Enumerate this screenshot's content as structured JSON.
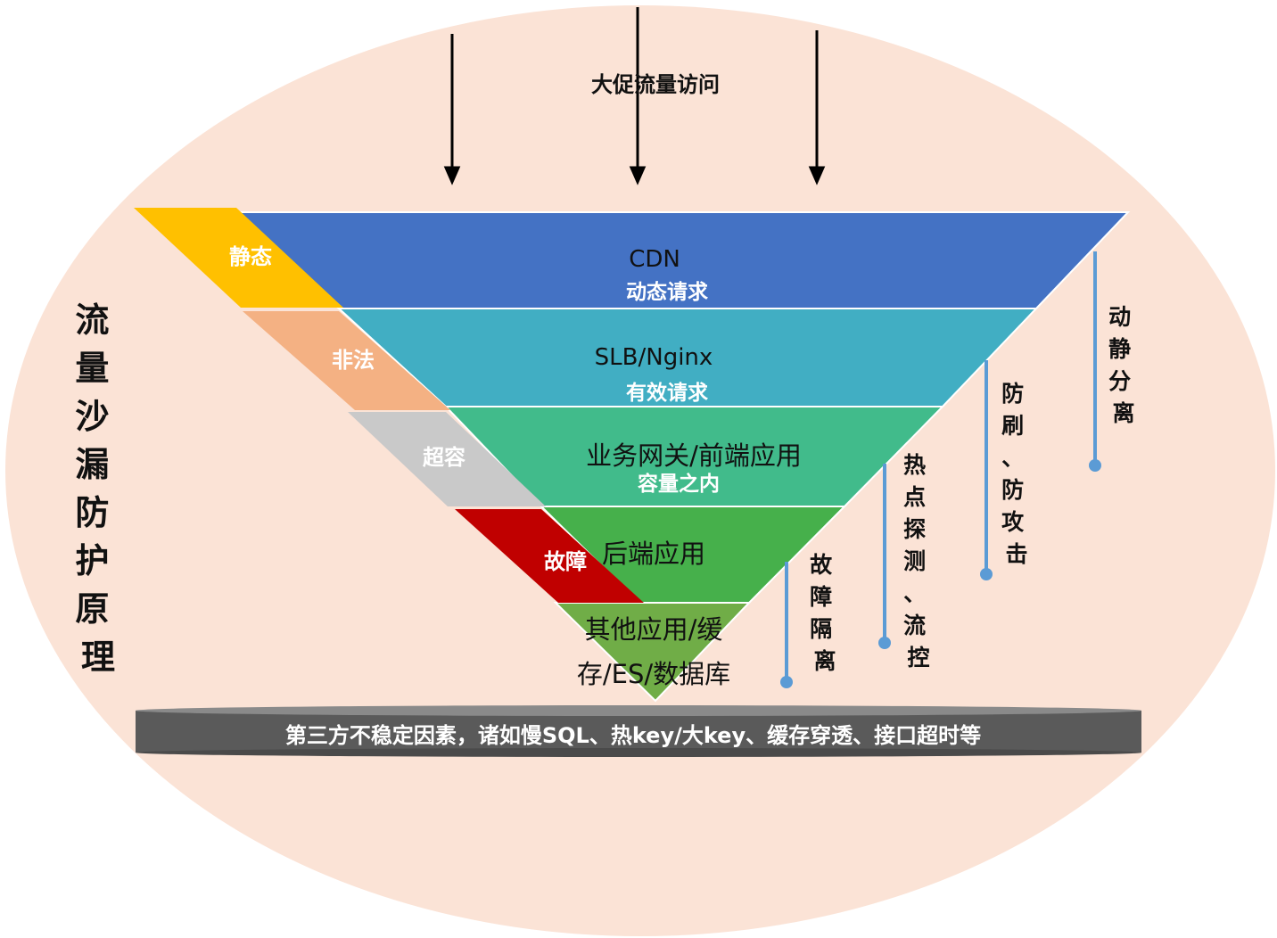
{
  "title_vertical": [
    "流",
    "量",
    "沙",
    "漏",
    "防",
    "护",
    "原",
    "理"
  ],
  "top_label": "大促流量访问",
  "layers": [
    {
      "name": "CDN",
      "sub": "动态请求",
      "color": "#4472C4"
    },
    {
      "name": "SLB/Nginx",
      "sub": "有效请求",
      "color": "#41AEC3"
    },
    {
      "name": "业务网关/前端应用",
      "sub": "容量之内",
      "color": "#41BB8B"
    },
    {
      "name": "后端应用",
      "sub": "",
      "color": "#46B04B"
    },
    {
      "name_line1": "其他应用/缓",
      "name_line2": "存/ES/数据库",
      "color": "#70AD47"
    }
  ],
  "filters": [
    {
      "label": "静态",
      "color": "#FFC000"
    },
    {
      "label": "非法",
      "color": "#F4B183"
    },
    {
      "label": "超容",
      "color": "#C9C9C9"
    },
    {
      "label": "故障",
      "color": "#C00000"
    }
  ],
  "side_labels": [
    {
      "chars": [
        "动",
        "静",
        "分",
        "离"
      ]
    },
    {
      "chars": [
        "防",
        "刷",
        "、",
        "防",
        "攻",
        "击"
      ]
    },
    {
      "chars": [
        "热",
        "点",
        "探",
        "测",
        "、",
        "流",
        "控"
      ]
    },
    {
      "chars": [
        "故",
        "障",
        "隔",
        "离"
      ]
    }
  ],
  "bottom_bar": "第三方不稳定因素，诸如慢SQL、热key/大key、缓存穿透、接口超时等",
  "colors": {
    "background_ellipse": "#FBE3D6",
    "marker": "#5B9BD5",
    "bar": "#5A5A5A"
  }
}
